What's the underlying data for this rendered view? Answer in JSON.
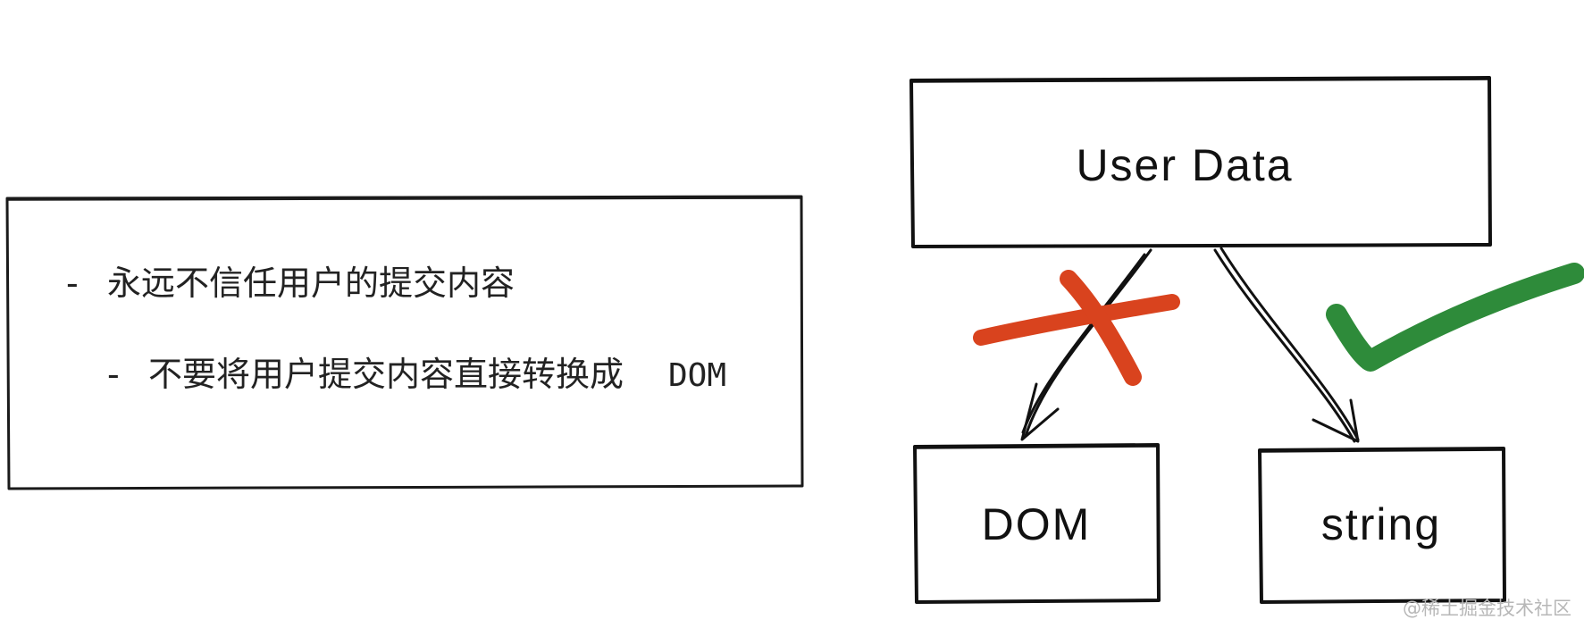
{
  "notes": {
    "bullet_1_marker": "-",
    "bullet_1": "永远不信任用户的提交内容",
    "bullet_2_marker": "-",
    "bullet_2": "不要将用户提交内容直接转换成",
    "bullet_2_suffix": "DOM"
  },
  "diagram": {
    "source_label": "User Data",
    "target_left_label": "DOM",
    "target_right_label": "string",
    "cross_color": "#d9431e",
    "check_color": "#2e8b3a"
  },
  "watermark": "@稀土掘金技术社区"
}
